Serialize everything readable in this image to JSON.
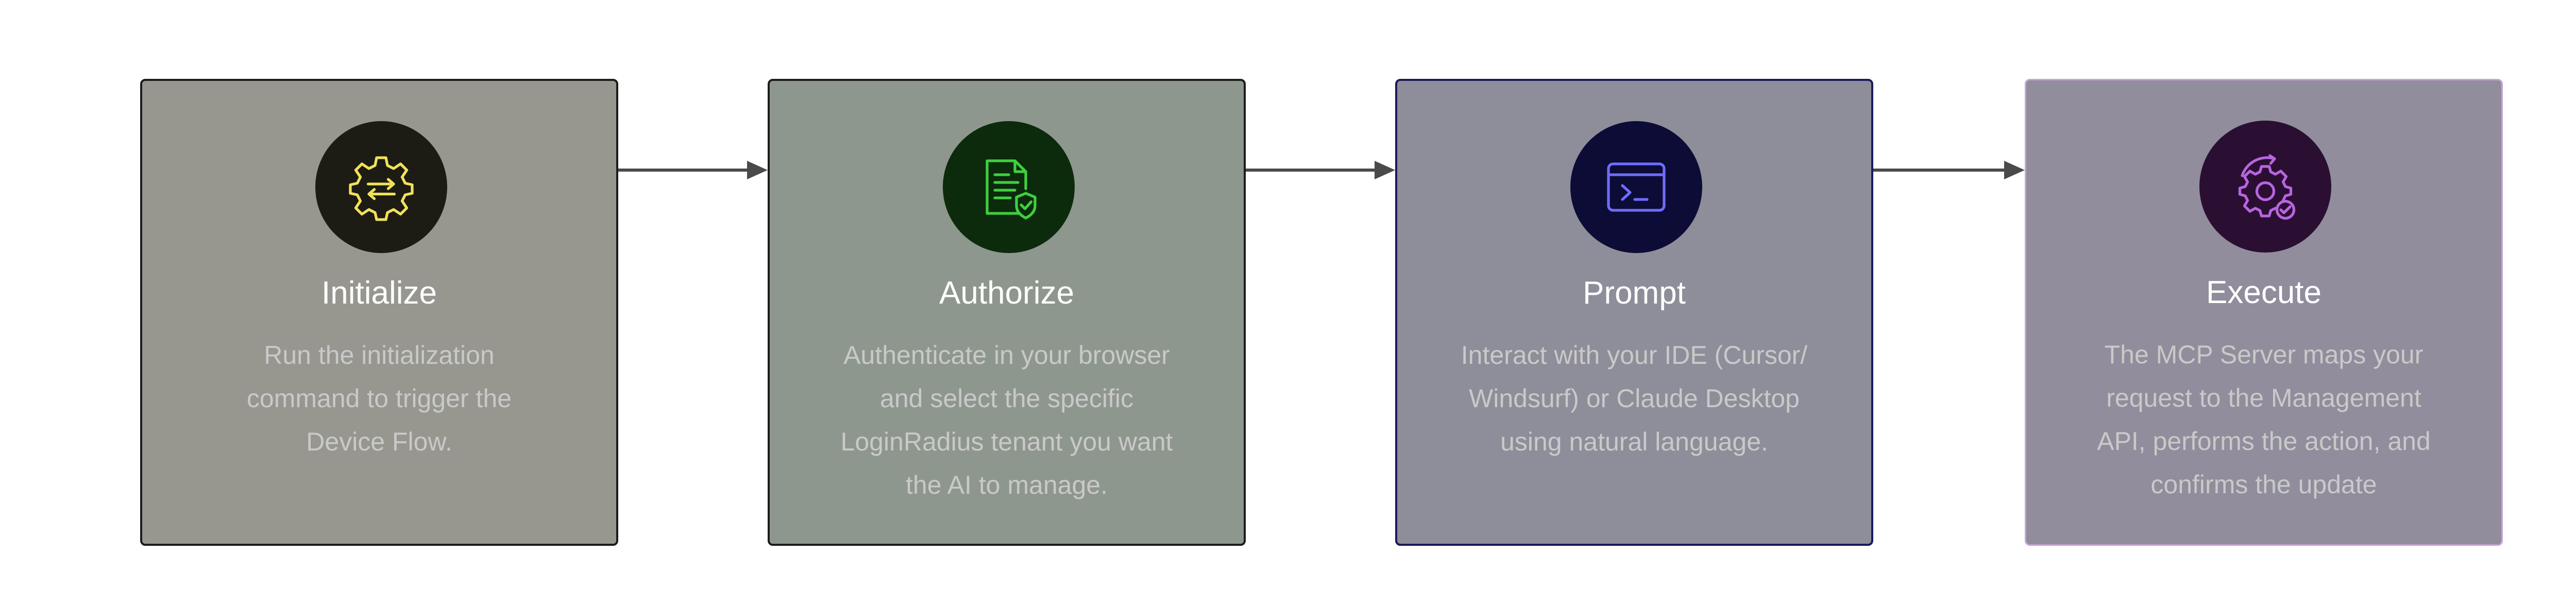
{
  "colors": {
    "initialize_icon": "#f2e15a",
    "authorize_icon": "#3fcf3f",
    "prompt_icon": "#6f6cff",
    "execute_icon": "#b865e0"
  },
  "steps": [
    {
      "icon": "gear-arrows-icon",
      "title": "Initialize",
      "lines": [
        "Run the initialization",
        "command to trigger the",
        "Device Flow."
      ]
    },
    {
      "icon": "document-shield-icon",
      "title": "Authorize",
      "lines": [
        "Authenticate in your browser",
        "and select the specific",
        "LoginRadius tenant you want",
        "the AI to manage."
      ]
    },
    {
      "icon": "terminal-icon",
      "title": "Prompt",
      "lines": [
        "Interact with your IDE (Cursor/",
        "Windsurf) or Claude Desktop",
        "using natural language."
      ]
    },
    {
      "icon": "gear-check-icon",
      "title": "Execute",
      "lines": [
        "The MCP Server maps your",
        "request to the Management",
        "API, performs the action, and",
        "confirms the update"
      ]
    }
  ]
}
